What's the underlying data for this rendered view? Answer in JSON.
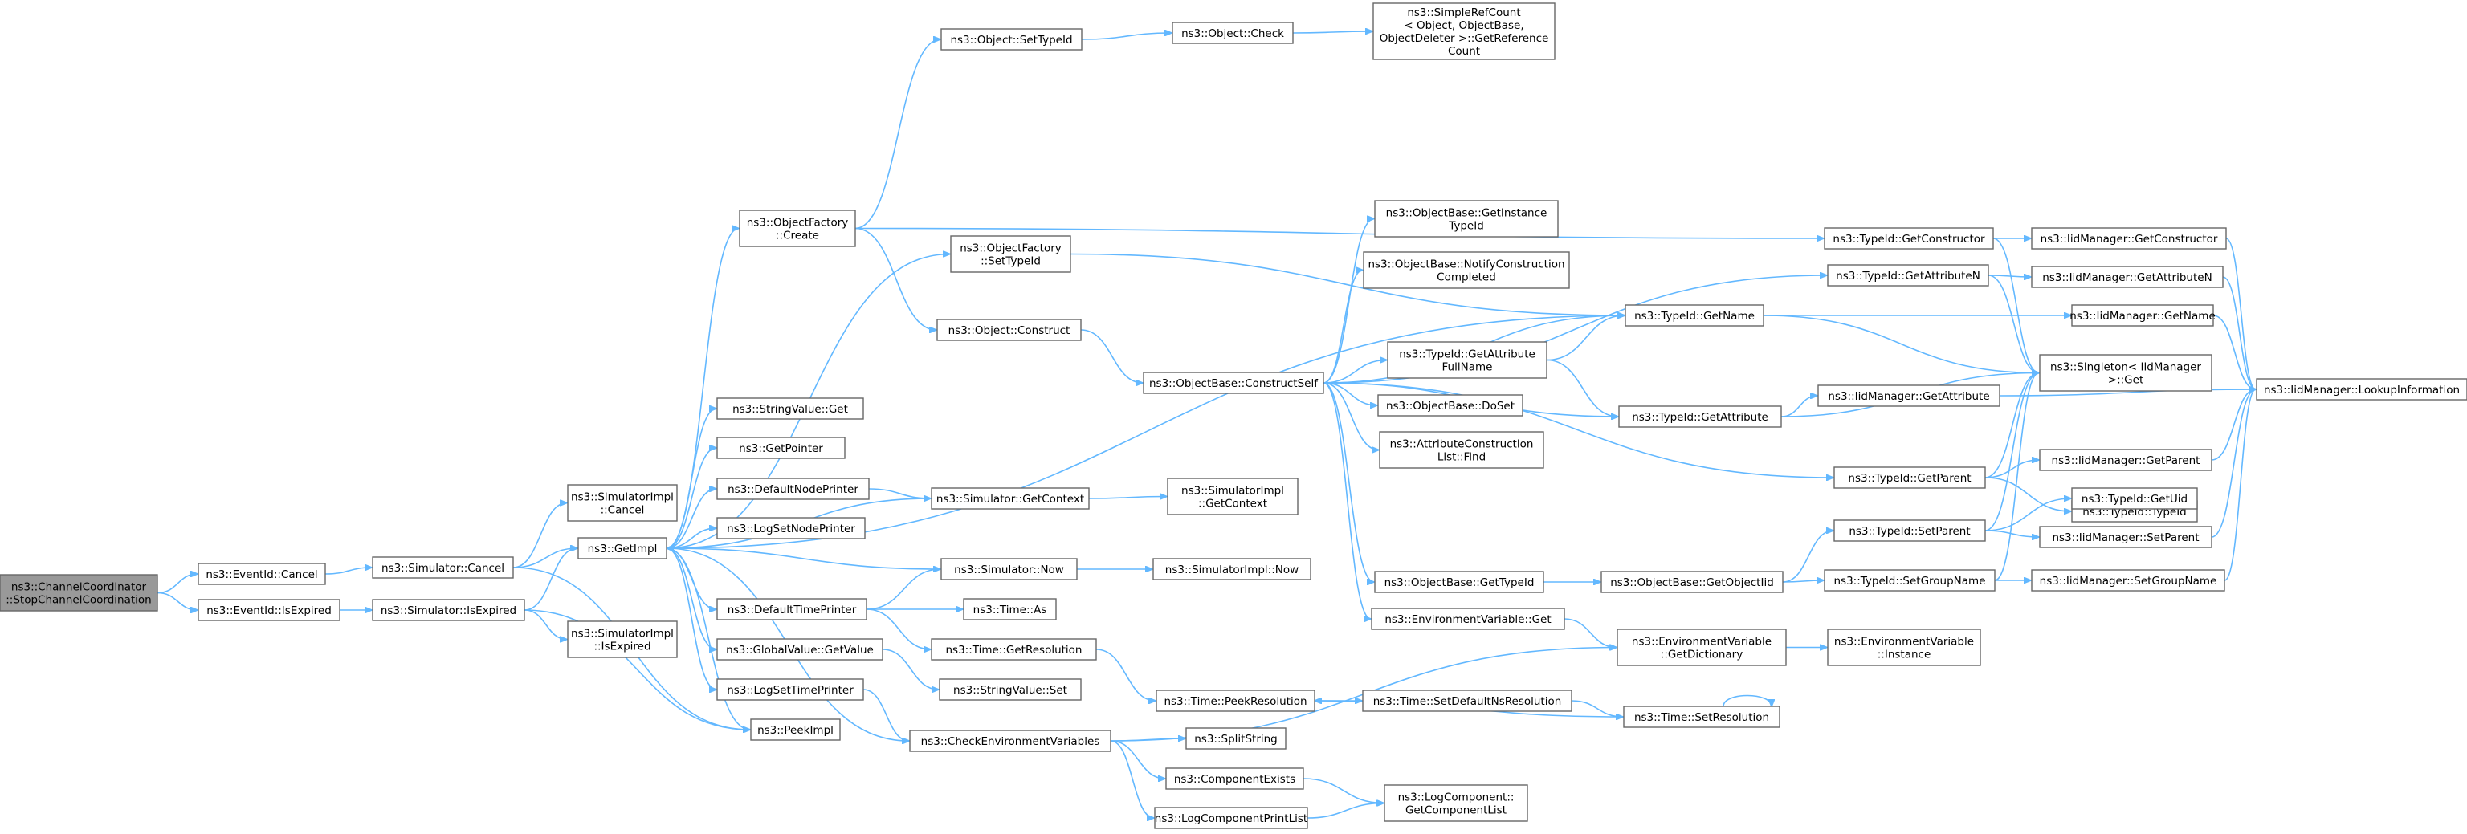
{
  "nodes": [
    {
      "id": "root",
      "lines": [
        "ns3::ChannelCoordinator",
        "::StopChannelCoordination"
      ],
      "root": true
    },
    {
      "id": "ev_cancel",
      "lines": [
        "ns3::EventId::Cancel"
      ]
    },
    {
      "id": "ev_isexpired",
      "lines": [
        "ns3::EventId::IsExpired"
      ]
    },
    {
      "id": "sim_cancel",
      "lines": [
        "ns3::Simulator::Cancel"
      ]
    },
    {
      "id": "sim_isexpired",
      "lines": [
        "ns3::Simulator::IsExpired"
      ]
    },
    {
      "id": "simimpl_cancel",
      "lines": [
        "ns3::SimulatorImpl",
        "::Cancel"
      ]
    },
    {
      "id": "getimpl",
      "lines": [
        "ns3::GetImpl"
      ]
    },
    {
      "id": "simimpl_isexpired",
      "lines": [
        "ns3::SimulatorImpl",
        "::IsExpired"
      ]
    },
    {
      "id": "objfactory_create",
      "lines": [
        "ns3::ObjectFactory",
        "::Create"
      ]
    },
    {
      "id": "stringvalue_get",
      "lines": [
        "ns3::StringValue::Get"
      ]
    },
    {
      "id": "getpointer",
      "lines": [
        "ns3::GetPointer"
      ]
    },
    {
      "id": "defaultnodeprinter",
      "lines": [
        "ns3::DefaultNodePrinter"
      ]
    },
    {
      "id": "logsetnodeprinter",
      "lines": [
        "ns3::LogSetNodePrinter"
      ]
    },
    {
      "id": "defaulttimeprinter",
      "lines": [
        "ns3::DefaultTimePrinter"
      ]
    },
    {
      "id": "globalvalue_getvalue",
      "lines": [
        "ns3::GlobalValue::GetValue"
      ]
    },
    {
      "id": "logsettimeprinter",
      "lines": [
        "ns3::LogSetTimePrinter"
      ]
    },
    {
      "id": "peekimpl",
      "lines": [
        "ns3::PeekImpl"
      ]
    },
    {
      "id": "obj_settypeid",
      "lines": [
        "ns3::Object::SetTypeId"
      ]
    },
    {
      "id": "objfactory_settypeid",
      "lines": [
        "ns3::ObjectFactory",
        "::SetTypeId"
      ]
    },
    {
      "id": "obj_construct",
      "lines": [
        "ns3::Object::Construct"
      ]
    },
    {
      "id": "sim_getcontext",
      "lines": [
        "ns3::Simulator::GetContext"
      ]
    },
    {
      "id": "sim_now",
      "lines": [
        "ns3::Simulator::Now"
      ]
    },
    {
      "id": "time_as",
      "lines": [
        "ns3::Time::As"
      ]
    },
    {
      "id": "time_getresolution",
      "lines": [
        "ns3::Time::GetResolution"
      ]
    },
    {
      "id": "stringvalue_set",
      "lines": [
        "ns3::StringValue::Set"
      ]
    },
    {
      "id": "checkenvvars",
      "lines": [
        "ns3::CheckEnvironmentVariables"
      ]
    },
    {
      "id": "obj_check",
      "lines": [
        "ns3::Object::Check"
      ]
    },
    {
      "id": "objbase_constructself",
      "lines": [
        "ns3::ObjectBase::ConstructSelf"
      ]
    },
    {
      "id": "simimpl_getcontext",
      "lines": [
        "ns3::SimulatorImpl",
        "::GetContext"
      ]
    },
    {
      "id": "simimpl_now",
      "lines": [
        "ns3::SimulatorImpl::Now"
      ]
    },
    {
      "id": "time_peekresolution",
      "lines": [
        "ns3::Time::PeekResolution"
      ]
    },
    {
      "id": "splitstring",
      "lines": [
        "ns3::SplitString"
      ]
    },
    {
      "id": "componentexists",
      "lines": [
        "ns3::ComponentExists"
      ]
    },
    {
      "id": "logcomponentprintlist",
      "lines": [
        "ns3::LogComponentPrintList"
      ]
    },
    {
      "id": "simplerefcount",
      "lines": [
        "ns3::SimpleRefCount",
        "< Object, ObjectBase,",
        "ObjectDeleter >::GetReference",
        "Count"
      ]
    },
    {
      "id": "objbase_getinstancetypeid",
      "lines": [
        "ns3::ObjectBase::GetInstance",
        "TypeId"
      ]
    },
    {
      "id": "objbase_notifyconstruction",
      "lines": [
        "ns3::ObjectBase::NotifyConstruction",
        "Completed"
      ]
    },
    {
      "id": "typeid_getattributefullname",
      "lines": [
        "ns3::TypeId::GetAttribute",
        "FullName"
      ]
    },
    {
      "id": "objbase_doset",
      "lines": [
        "ns3::ObjectBase::DoSet"
      ]
    },
    {
      "id": "attrconstructionlist_find",
      "lines": [
        "ns3::AttributeConstruction",
        "List::Find"
      ]
    },
    {
      "id": "objbase_gettypeid",
      "lines": [
        "ns3::ObjectBase::GetTypeId"
      ]
    },
    {
      "id": "envvar_get",
      "lines": [
        "ns3::EnvironmentVariable::Get"
      ]
    },
    {
      "id": "time_setdefaultnsresolution",
      "lines": [
        "ns3::Time::SetDefaultNsResolution"
      ]
    },
    {
      "id": "logcomponent_getcomponentlist",
      "lines": [
        "ns3::LogComponent::",
        "GetComponentList"
      ]
    },
    {
      "id": "typeid_getname",
      "lines": [
        "ns3::TypeId::GetName"
      ]
    },
    {
      "id": "typeid_getattribute",
      "lines": [
        "ns3::TypeId::GetAttribute"
      ]
    },
    {
      "id": "objbase_getobjectiid",
      "lines": [
        "ns3::ObjectBase::GetObjectIid"
      ]
    },
    {
      "id": "envvar_getdictionary",
      "lines": [
        "ns3::EnvironmentVariable",
        "::GetDictionary"
      ]
    },
    {
      "id": "time_setresolution",
      "lines": [
        "ns3::Time::SetResolution"
      ]
    },
    {
      "id": "typeid_getconstructor",
      "lines": [
        "ns3::TypeId::GetConstructor"
      ]
    },
    {
      "id": "typeid_getattributen",
      "lines": [
        "ns3::TypeId::GetAttributeN"
      ]
    },
    {
      "id": "typeid_getparent",
      "lines": [
        "ns3::TypeId::GetParent"
      ]
    },
    {
      "id": "typeid_setparent",
      "lines": [
        "ns3::TypeId::SetParent"
      ]
    },
    {
      "id": "typeid_setgroupname",
      "lines": [
        "ns3::TypeId::SetGroupName"
      ]
    },
    {
      "id": "envvar_instance",
      "lines": [
        "ns3::EnvironmentVariable",
        "::Instance"
      ]
    },
    {
      "id": "iid_getconstructor",
      "lines": [
        "ns3::IidManager::GetConstructor"
      ]
    },
    {
      "id": "iid_getattributen",
      "lines": [
        "ns3::IidManager::GetAttributeN"
      ]
    },
    {
      "id": "iid_getname",
      "lines": [
        "ns3::IidManager::GetName"
      ]
    },
    {
      "id": "singleton_get",
      "lines": [
        "ns3::Singleton< IidManager",
        "  >::Get"
      ]
    },
    {
      "id": "iid_getattribute",
      "lines": [
        "ns3::IidManager::GetAttribute"
      ]
    },
    {
      "id": "typeid_typeid",
      "lines": [
        "ns3::TypeId::TypeId"
      ]
    },
    {
      "id": "iid_getparent",
      "lines": [
        "ns3::IidManager::GetParent"
      ]
    },
    {
      "id": "typeid_getuid",
      "lines": [
        "ns3::TypeId::GetUid"
      ]
    },
    {
      "id": "iid_setparent",
      "lines": [
        "ns3::IidManager::SetParent"
      ]
    },
    {
      "id": "iid_setgroupname",
      "lines": [
        "ns3::IidManager::SetGroupName"
      ]
    },
    {
      "id": "iid_lookupinformation",
      "lines": [
        "ns3::IidManager::LookupInformation"
      ]
    }
  ],
  "edges": [
    [
      "root",
      "ev_cancel"
    ],
    [
      "root",
      "ev_isexpired"
    ],
    [
      "ev_cancel",
      "sim_cancel"
    ],
    [
      "ev_isexpired",
      "sim_isexpired"
    ],
    [
      "sim_cancel",
      "simimpl_cancel"
    ],
    [
      "sim_cancel",
      "getimpl"
    ],
    [
      "sim_cancel",
      "peekimpl"
    ],
    [
      "sim_isexpired",
      "getimpl"
    ],
    [
      "sim_isexpired",
      "simimpl_isexpired"
    ],
    [
      "sim_isexpired",
      "peekimpl"
    ],
    [
      "getimpl",
      "objfactory_create"
    ],
    [
      "getimpl",
      "objfactory_settypeid"
    ],
    [
      "getimpl",
      "stringvalue_get"
    ],
    [
      "getimpl",
      "getpointer"
    ],
    [
      "getimpl",
      "defaultnodeprinter"
    ],
    [
      "getimpl",
      "logsetnodeprinter"
    ],
    [
      "getimpl",
      "defaulttimeprinter"
    ],
    [
      "getimpl",
      "globalvalue_getvalue"
    ],
    [
      "getimpl",
      "logsettimeprinter"
    ],
    [
      "getimpl",
      "peekimpl"
    ],
    [
      "getimpl",
      "checkenvvars"
    ],
    [
      "getimpl",
      "typeid_getname"
    ],
    [
      "sim_getcontext",
      "getimpl"
    ],
    [
      "sim_now",
      "getimpl"
    ],
    [
      "objfactory_create",
      "obj_settypeid"
    ],
    [
      "objfactory_create",
      "obj_construct"
    ],
    [
      "objfactory_create",
      "typeid_getconstructor"
    ],
    [
      "obj_settypeid",
      "obj_check"
    ],
    [
      "obj_check",
      "simplerefcount"
    ],
    [
      "obj_construct",
      "objbase_constructself"
    ],
    [
      "objfactory_settypeid",
      "typeid_getname"
    ],
    [
      "defaultnodeprinter",
      "sim_getcontext"
    ],
    [
      "sim_getcontext",
      "simimpl_getcontext"
    ],
    [
      "defaulttimeprinter",
      "sim_now"
    ],
    [
      "defaulttimeprinter",
      "time_as"
    ],
    [
      "defaulttimeprinter",
      "time_getresolution"
    ],
    [
      "sim_now",
      "simimpl_now"
    ],
    [
      "globalvalue_getvalue",
      "stringvalue_set"
    ],
    [
      "logsettimeprinter",
      "checkenvvars"
    ],
    [
      "time_getresolution",
      "time_peekresolution"
    ],
    [
      "checkenvvars",
      "envvar_getdictionary"
    ],
    [
      "checkenvvars",
      "splitstring"
    ],
    [
      "checkenvvars",
      "componentexists"
    ],
    [
      "checkenvvars",
      "logcomponentprintlist"
    ],
    [
      "componentexists",
      "logcomponent_getcomponentlist"
    ],
    [
      "logcomponentprintlist",
      "logcomponent_getcomponentlist"
    ],
    [
      "time_peekresolution",
      "time_setdefaultnsresolution"
    ],
    [
      "time_setdefaultnsresolution",
      "time_setresolution"
    ],
    [
      "time_setresolution",
      "time_peekresolution"
    ],
    [
      "time_setresolution",
      "time_setresolution"
    ],
    [
      "objbase_constructself",
      "objbase_getinstancetypeid"
    ],
    [
      "objbase_constructself",
      "objbase_notifyconstruction"
    ],
    [
      "objbase_constructself",
      "typeid_getattributefullname"
    ],
    [
      "objbase_constructself",
      "objbase_doset"
    ],
    [
      "objbase_constructself",
      "attrconstructionlist_find"
    ],
    [
      "objbase_constructself",
      "objbase_gettypeid"
    ],
    [
      "objbase_constructself",
      "envvar_get"
    ],
    [
      "objbase_constructself",
      "typeid_getname"
    ],
    [
      "objbase_constructself",
      "typeid_getattribute"
    ],
    [
      "objbase_constructself",
      "typeid_getattributen"
    ],
    [
      "objbase_constructself",
      "typeid_getparent"
    ],
    [
      "typeid_getattributefullname",
      "typeid_getname"
    ],
    [
      "typeid_getattributefullname",
      "typeid_getattribute"
    ],
    [
      "objbase_gettypeid",
      "objbase_getobjectiid"
    ],
    [
      "objbase_getobjectiid",
      "typeid_setparent"
    ],
    [
      "objbase_getobjectiid",
      "typeid_setgroupname"
    ],
    [
      "envvar_get",
      "envvar_getdictionary"
    ],
    [
      "envvar_getdictionary",
      "envvar_instance"
    ],
    [
      "typeid_getname",
      "iid_getname"
    ],
    [
      "typeid_getname",
      "singleton_get"
    ],
    [
      "typeid_getattribute",
      "iid_getattribute"
    ],
    [
      "typeid_getattribute",
      "singleton_get"
    ],
    [
      "typeid_getconstructor",
      "iid_getconstructor"
    ],
    [
      "typeid_getconstructor",
      "singleton_get"
    ],
    [
      "typeid_getattributen",
      "iid_getattributen"
    ],
    [
      "typeid_getattributen",
      "singleton_get"
    ],
    [
      "typeid_getparent",
      "typeid_typeid"
    ],
    [
      "typeid_getparent",
      "iid_getparent"
    ],
    [
      "typeid_getparent",
      "singleton_get"
    ],
    [
      "typeid_setparent",
      "typeid_getuid"
    ],
    [
      "typeid_setparent",
      "iid_setparent"
    ],
    [
      "typeid_setparent",
      "singleton_get"
    ],
    [
      "typeid_setgroupname",
      "iid_setgroupname"
    ],
    [
      "typeid_setgroupname",
      "singleton_get"
    ],
    [
      "iid_getconstructor",
      "iid_lookupinformation"
    ],
    [
      "iid_getattributen",
      "iid_lookupinformation"
    ],
    [
      "iid_getname",
      "iid_lookupinformation"
    ],
    [
      "iid_getattribute",
      "iid_lookupinformation"
    ],
    [
      "iid_getparent",
      "iid_lookupinformation"
    ],
    [
      "iid_setparent",
      "iid_lookupinformation"
    ],
    [
      "iid_setgroupname",
      "iid_lookupinformation"
    ]
  ]
}
